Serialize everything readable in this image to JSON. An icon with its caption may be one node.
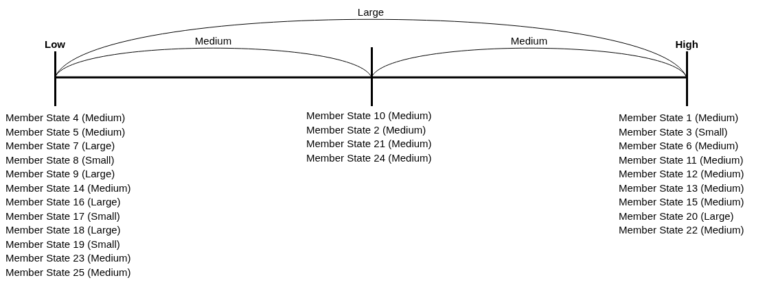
{
  "diagram": {
    "nodes": [
      {
        "text": [
          "Low"
        ],
        "beside": [
          "Member State 4 (Medium)",
          "Member State 5 (Medium)",
          "Member State 7 (Large)",
          "Member State 8 (Small)",
          "Member State 9 (Large)",
          "Member State 14 (Medium)",
          "Member State 16 (Large)",
          "Member State 17 (Small)",
          "Member State 18 (Large)",
          "Member State 19 (Small)",
          "Member State 23 (Medium)",
          "Member State 25 (Medium)"
        ]
      },
      {
        "text": [],
        "shape": "bar",
        "beside": [
          "Member State 10 (Medium)",
          "Member State 2 (Medium)",
          "Member State 21 (Medium)",
          "Member State 24 (Medium)"
        ]
      },
      {
        "text": [
          "High"
        ],
        "beside": [
          "Member State 1 (Medium)",
          "Member State 3 (Small)",
          "Member State 6 (Medium)",
          "Member State 11 (Medium)",
          "Member State 12 (Medium)",
          "Member State 13 (Medium)",
          "Member State 15 (Medium)",
          "Member State 20 (Large)",
          "Member State 22 (Medium)"
        ]
      }
    ],
    "edges": [
      {
        "from": 0,
        "to": 2,
        "arrow": "none",
        "label": "Large"
      },
      {
        "from": 0,
        "to": 1,
        "arrow": "none",
        "label": "Medium"
      },
      {
        "from": 1,
        "to": 2,
        "arrow": "none",
        "label": "Medium"
      }
    ]
  }
}
